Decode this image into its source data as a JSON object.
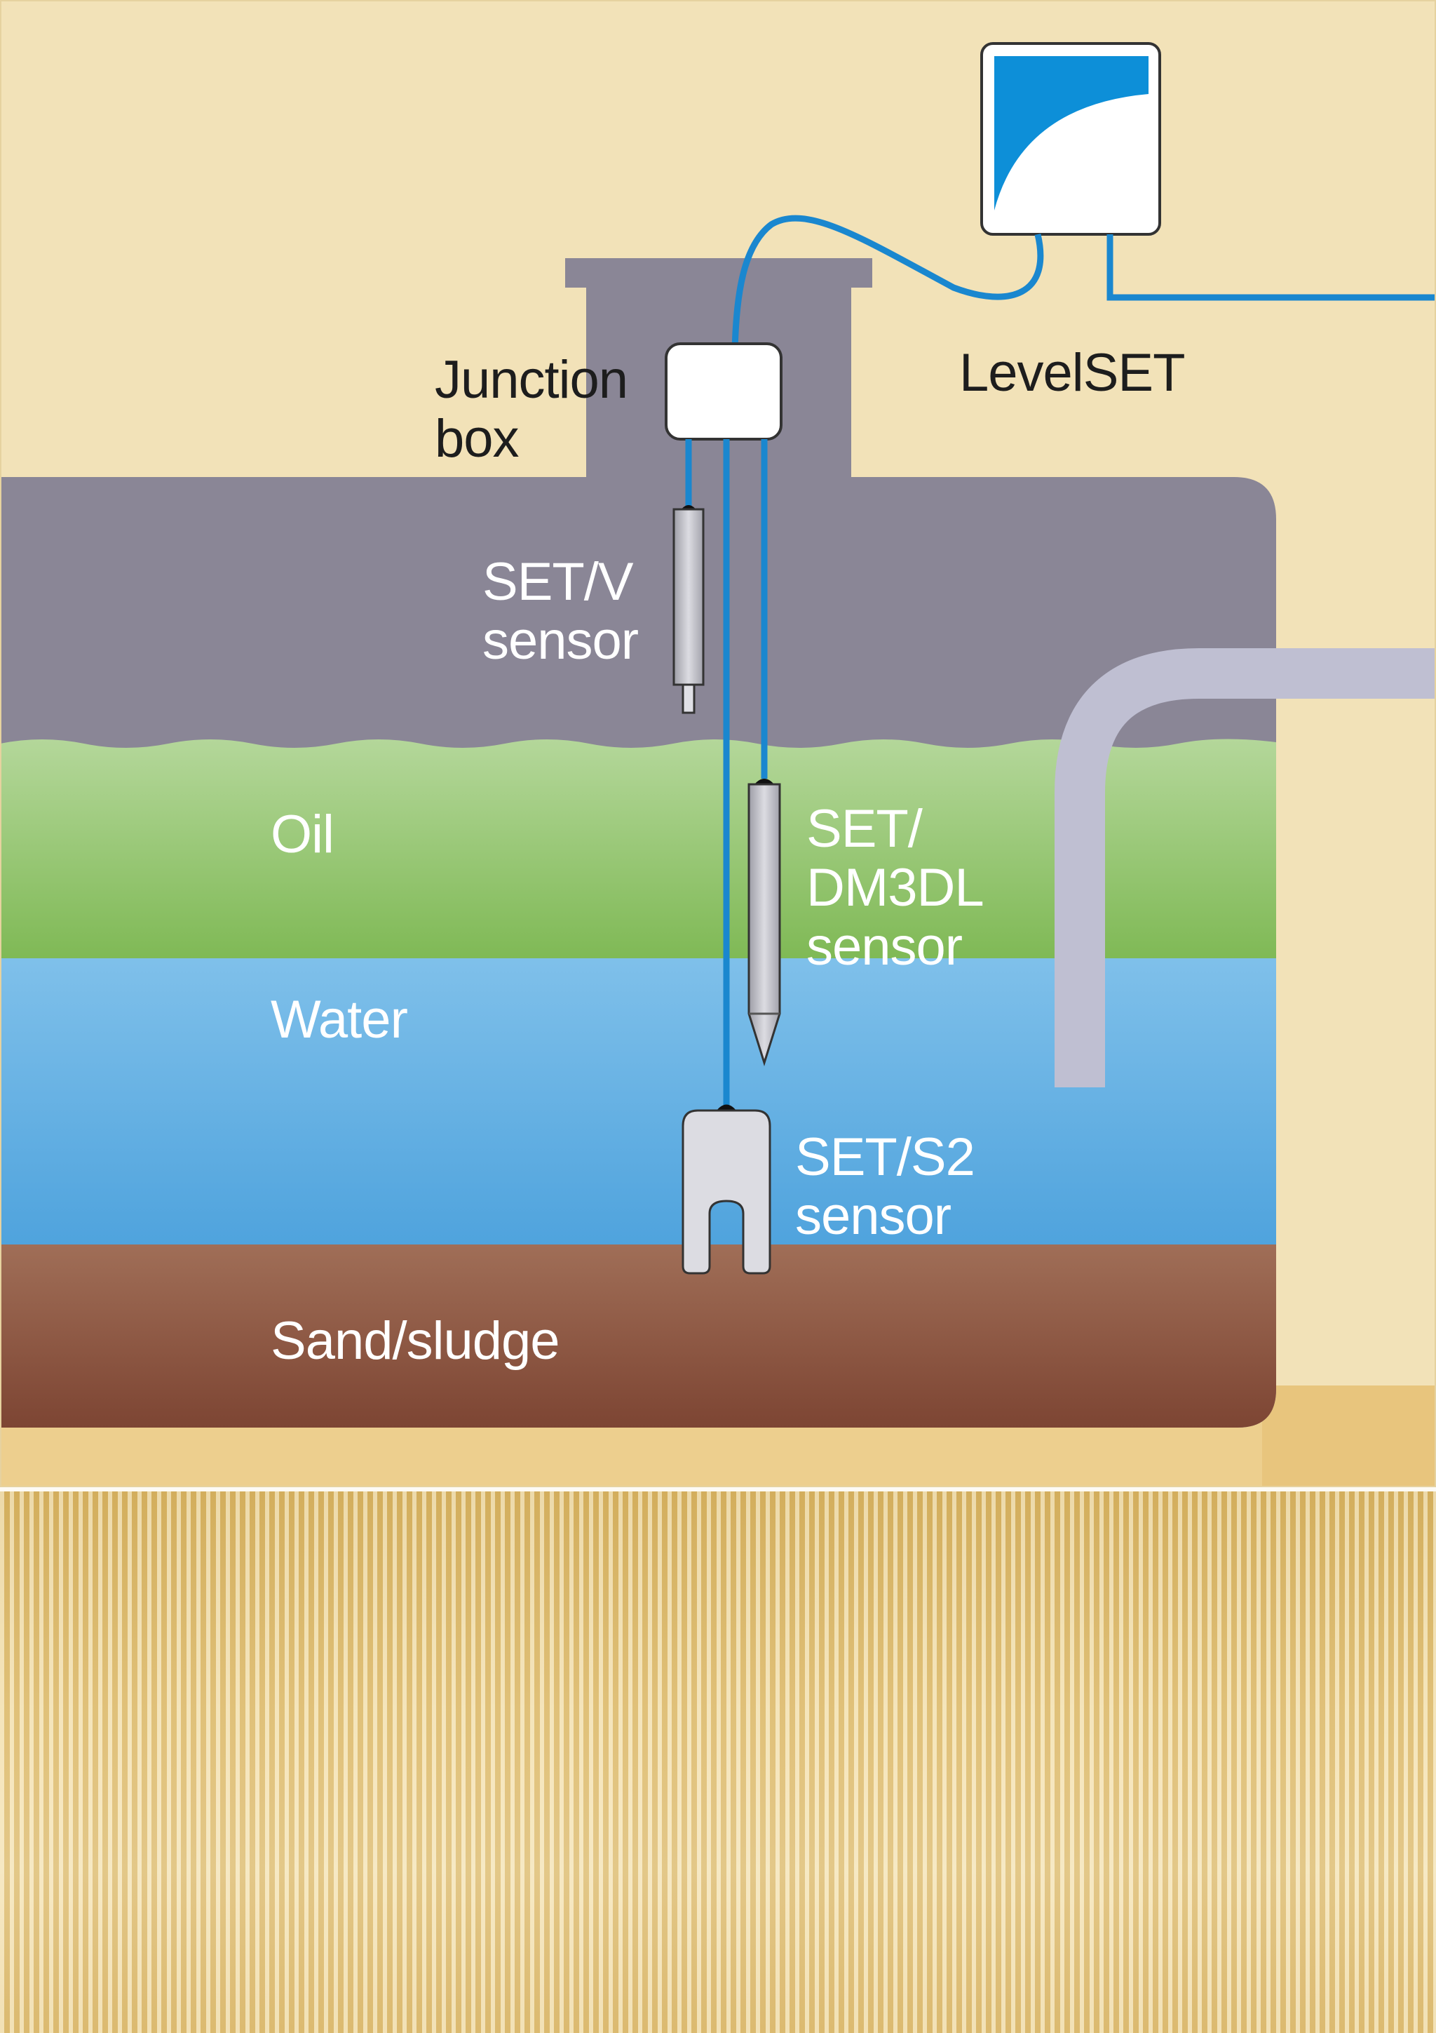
{
  "labels": {
    "junction_box": [
      "Junction",
      "box"
    ],
    "levelset": "LevelSET",
    "set_v": [
      "SET/V",
      "sensor"
    ],
    "oil": "Oil",
    "set_dm3dl": [
      "SET/",
      "DM3DL",
      "sensor"
    ],
    "water": "Water",
    "set_s2": [
      "SET/S2",
      "sensor"
    ],
    "sand_sludge": "Sand/sludge"
  },
  "colors": {
    "background": "#f2e2b8",
    "tank_gas": "#8a8696",
    "oil": "#8fc06a",
    "water": "#6cb4e4",
    "sludge": "#8f5a45",
    "cable": "#1a87cf",
    "sensor": "#c9c9cf",
    "pipe": "#bfbfd2",
    "levelset_blue": "#0d8fd8"
  }
}
